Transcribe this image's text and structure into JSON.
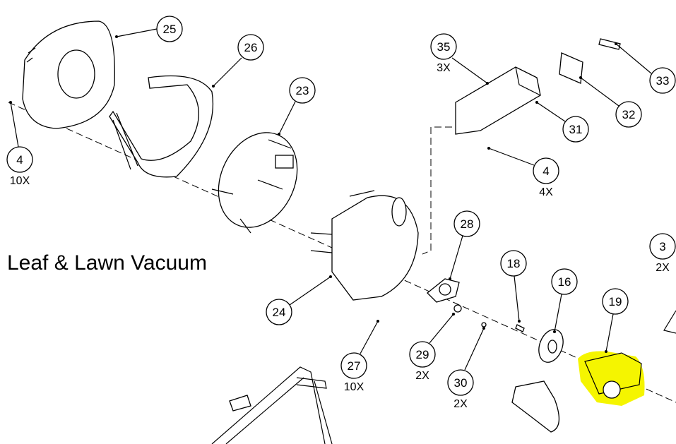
{
  "title": "Leaf & Lawn Vacuum",
  "highlight_color": "#f5f500",
  "callouts": [
    {
      "id": "c25",
      "num": "25",
      "qty": ""
    },
    {
      "id": "c26",
      "num": "26",
      "qty": ""
    },
    {
      "id": "c23",
      "num": "23",
      "qty": ""
    },
    {
      "id": "c4a",
      "num": "4",
      "qty": "10X"
    },
    {
      "id": "c35",
      "num": "35",
      "qty": "3X"
    },
    {
      "id": "c31",
      "num": "31",
      "qty": ""
    },
    {
      "id": "c32",
      "num": "32",
      "qty": ""
    },
    {
      "id": "c33",
      "num": "33",
      "qty": ""
    },
    {
      "id": "c4b",
      "num": "4",
      "qty": "4X"
    },
    {
      "id": "c3",
      "num": "3",
      "qty": "2X"
    },
    {
      "id": "c28",
      "num": "28",
      "qty": ""
    },
    {
      "id": "c18",
      "num": "18",
      "qty": ""
    },
    {
      "id": "c16",
      "num": "16",
      "qty": ""
    },
    {
      "id": "c19",
      "num": "19",
      "qty": ""
    },
    {
      "id": "c24",
      "num": "24",
      "qty": ""
    },
    {
      "id": "c27",
      "num": "27",
      "qty": "10X"
    },
    {
      "id": "c29",
      "num": "29",
      "qty": "2X"
    },
    {
      "id": "c30",
      "num": "30",
      "qty": "2X"
    }
  ]
}
